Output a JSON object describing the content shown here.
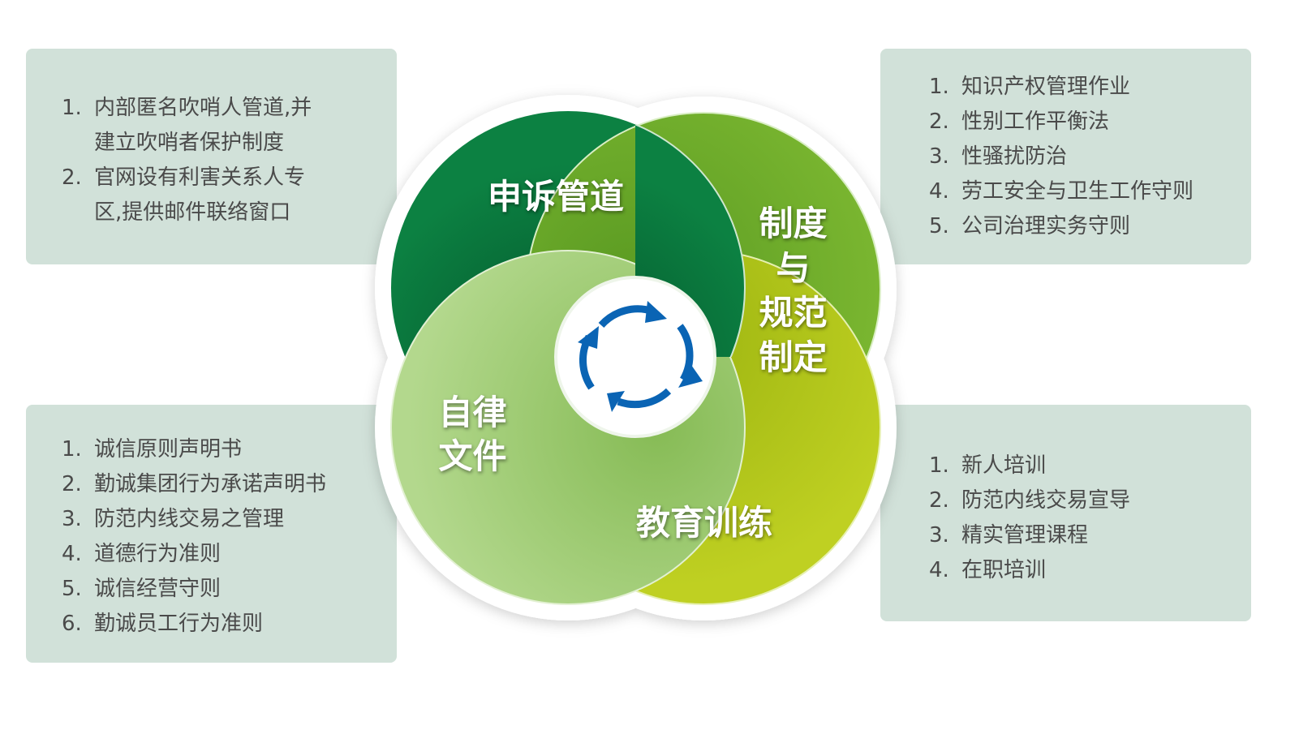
{
  "boxes": {
    "top_left": [
      {
        "num": "1.",
        "text": "内部匿名吹哨人管道,并\n建立吹哨者保护制度"
      },
      {
        "num": "2.",
        "text": "官网设有利害关系人专\n区,提供邮件联络窗口"
      }
    ],
    "top_right": [
      {
        "num": "1.",
        "text": "知识产权管理作业"
      },
      {
        "num": "2.",
        "text": "性别工作平衡法"
      },
      {
        "num": "3.",
        "text": "性骚扰防治"
      },
      {
        "num": "4.",
        "text": "劳工安全与卫生工作守则"
      },
      {
        "num": "5.",
        "text": "公司治理实务守则"
      }
    ],
    "bottom_left": [
      {
        "num": "1.",
        "text": "诚信原则声明书"
      },
      {
        "num": "2.",
        "text": "勤诚集团行为承诺声明书"
      },
      {
        "num": "3.",
        "text": "防范内线交易之管理"
      },
      {
        "num": "4.",
        "text": "道德行为准则"
      },
      {
        "num": "5.",
        "text": "诚信经营守则"
      },
      {
        "num": "6.",
        "text": "勤诚员工行为准则"
      }
    ],
    "bottom_right": [
      {
        "num": "1.",
        "text": "新人培训"
      },
      {
        "num": "2.",
        "text": "防范内线交易宣导"
      },
      {
        "num": "3.",
        "text": "精实管理课程"
      },
      {
        "num": "4.",
        "text": "在职培训"
      }
    ]
  },
  "petals": {
    "top": "申诉管道",
    "right": "制度\n与\n规范\n制定",
    "bottom_right": "教育训练",
    "bottom_left": "自律\n文件"
  },
  "colors": {
    "top": "#0c7f40",
    "right": "#74b22f",
    "bottom_right": "#bccd20",
    "bottom_left": "#a9d07f",
    "arrows": "#0a64b4",
    "box_bg": "#d1e1d9"
  },
  "center_icon": "cycle-arrows-icon"
}
